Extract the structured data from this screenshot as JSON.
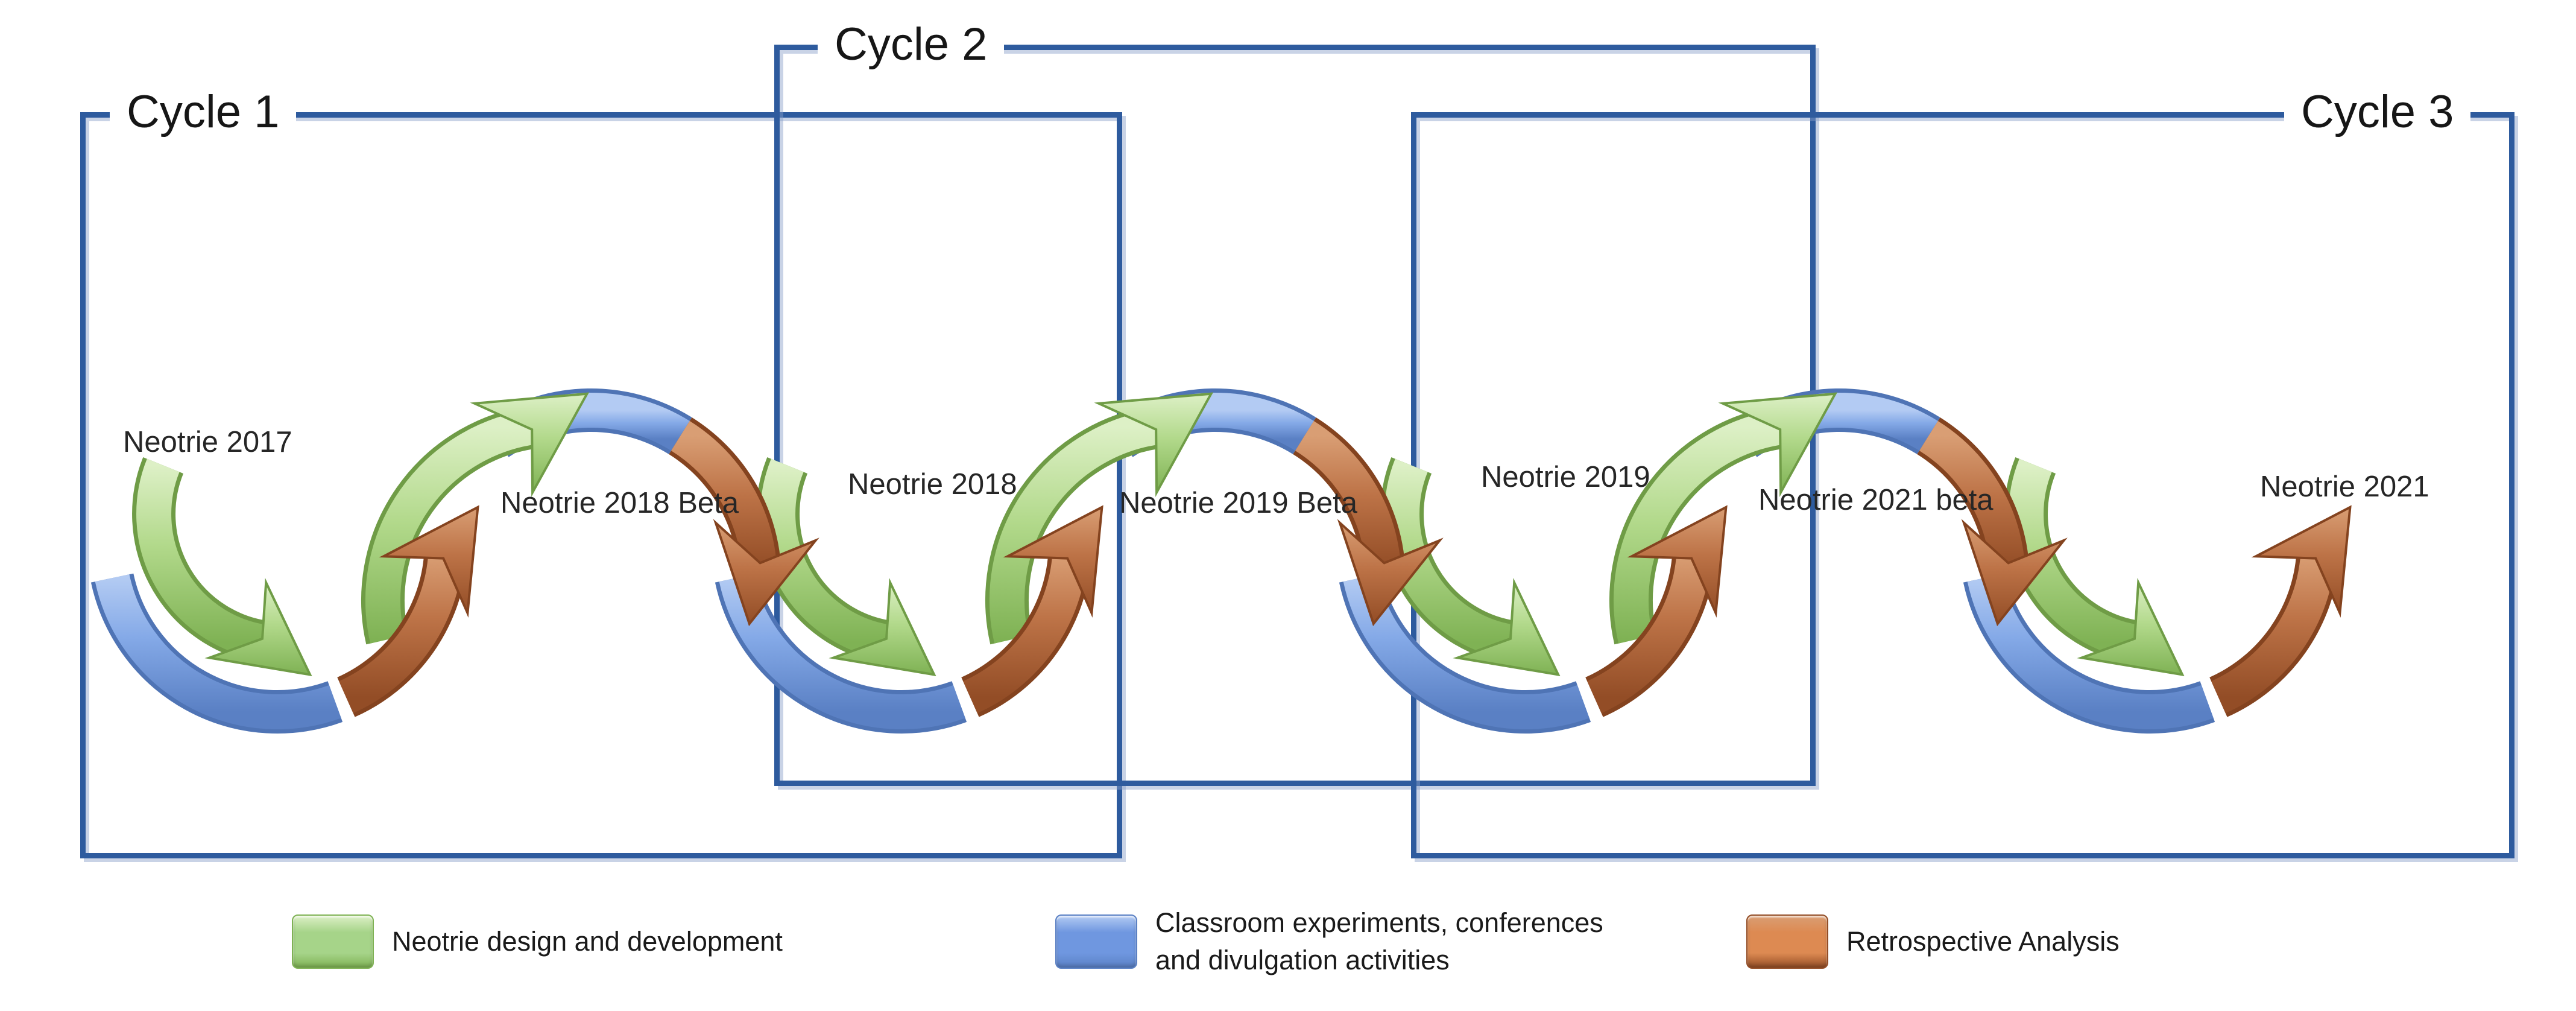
{
  "cycles": [
    {
      "label": "Cycle 1"
    },
    {
      "label": "Cycle 2"
    },
    {
      "label": "Cycle 3"
    }
  ],
  "wave_labels": [
    {
      "id": "neotrie-2017",
      "text": "Neotrie 2017"
    },
    {
      "id": "neotrie-2018-beta",
      "text": "Neotrie 2018 Beta"
    },
    {
      "id": "neotrie-2018",
      "text": "Neotrie 2018"
    },
    {
      "id": "neotrie-2019-beta",
      "text": "Neotrie 2019 Beta"
    },
    {
      "id": "neotrie-2019",
      "text": "Neotrie 2019"
    },
    {
      "id": "neotrie-2021-beta",
      "text": "Neotrie 2021 beta"
    },
    {
      "id": "neotrie-2021",
      "text": "Neotrie 2021"
    }
  ],
  "legend": [
    {
      "id": "design",
      "swatch": "green",
      "label": "Neotrie design and development"
    },
    {
      "id": "classroom",
      "swatch": "blue",
      "label": "Classroom experiments, conferences\nand divulgation activities"
    },
    {
      "id": "retrospective",
      "swatch": "orange",
      "label": "Retrospective Analysis"
    }
  ],
  "colors": {
    "box_border": "#2e5b9e",
    "text": "#1f1f1f",
    "green": {
      "main": "#b2d98b",
      "light": "#ddf0c6",
      "dark": "#7fb254",
      "border": "#6f9c46"
    },
    "blue": {
      "main": "#84a9e7",
      "light": "#b3cbf3",
      "dark": "#5a80c4",
      "border": "#4f74b5"
    },
    "orange": {
      "main": "#bd7347",
      "light": "#d99e74",
      "dark": "#934d26",
      "border": "#84431f"
    },
    "legend_green": "#a6d489",
    "legend_blue": "#6f97e0",
    "legend_orange": "#dd8a52"
  }
}
